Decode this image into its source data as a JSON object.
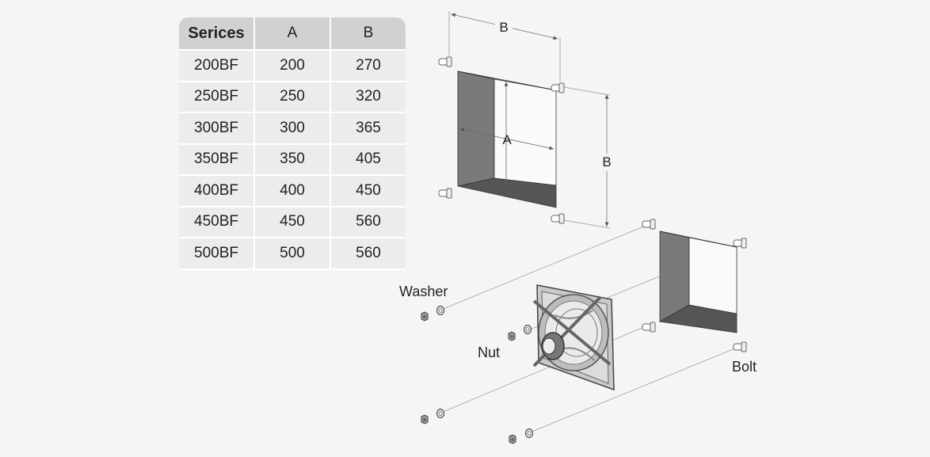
{
  "table": {
    "headers": [
      "Serices",
      "A",
      "B"
    ],
    "rows": [
      [
        "200BF",
        "200",
        "270"
      ],
      [
        "250BF",
        "250",
        "320"
      ],
      [
        "300BF",
        "300",
        "365"
      ],
      [
        "350BF",
        "350",
        "405"
      ],
      [
        "400BF",
        "400",
        "450"
      ],
      [
        "450BF",
        "450",
        "560"
      ],
      [
        "500BF",
        "500",
        "560"
      ]
    ]
  },
  "diagram": {
    "dim_labels": {
      "top_width": "B",
      "inner_width": "A",
      "side_height": "B"
    },
    "part_labels": {
      "washer": "Washer",
      "nut": "Nut",
      "bolt": "Bolt"
    },
    "colors": {
      "frame_dark": "#5a5a5a",
      "frame_mid": "#7a7a7a",
      "line": "#888888"
    }
  }
}
